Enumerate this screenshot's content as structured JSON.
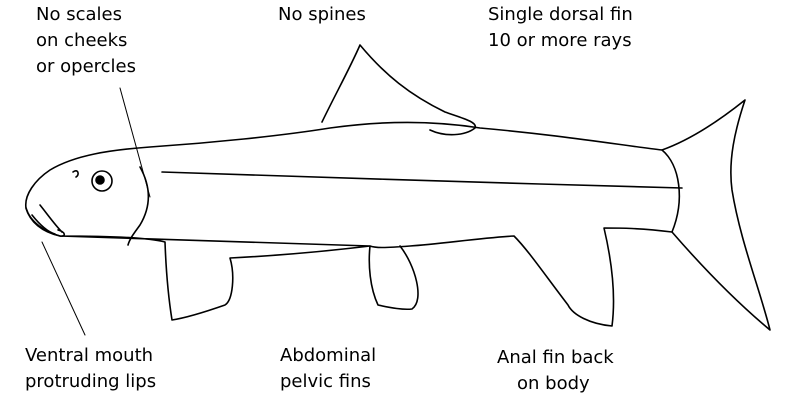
{
  "labels": {
    "cheeks": [
      "No scales",
      "on cheeks",
      "or opercles"
    ],
    "spines": "No spines",
    "dorsal": [
      "Single dorsal fin",
      "10 or more rays"
    ],
    "mouth": [
      "Ventral mouth",
      "protruding lips"
    ],
    "pelvic": [
      "Abdominal",
      "pelvic fins"
    ],
    "anal": [
      "Anal fin back",
      "on body"
    ]
  },
  "colors": {
    "line": "#000000",
    "background": "#ffffff"
  }
}
